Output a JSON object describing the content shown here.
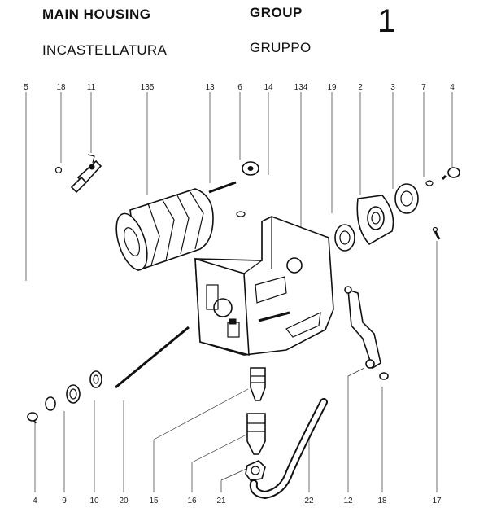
{
  "header": {
    "title_en": "MAIN HOUSING",
    "title_it": "INCASTELLATURA",
    "group_en": "GROUP",
    "group_it": "GRUPPO",
    "group_number": "1"
  },
  "labels": {
    "l5": "5",
    "l18a": "18",
    "l11": "11",
    "l135": "135",
    "l13": "13",
    "l6": "6",
    "l14": "14",
    "l134": "134",
    "l19": "19",
    "l2": "2",
    "l3": "3",
    "l7": "7",
    "l4a": "4",
    "l4b": "4",
    "l9": "9",
    "l10": "10",
    "l20": "20",
    "l15": "15",
    "l16": "16",
    "l21": "21",
    "l22": "22",
    "l12": "12",
    "l18b": "18",
    "l17": "17"
  }
}
